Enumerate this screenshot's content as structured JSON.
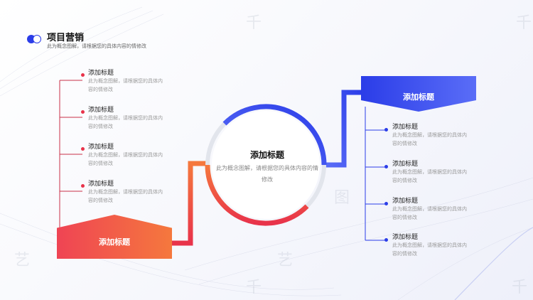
{
  "header": {
    "title": "项目营销",
    "subtitle": "此为概念图解，请根据您的具体内容的情修改"
  },
  "center": {
    "title": "添加标题",
    "desc": "此为概念图解，请根据您的具体内容的情修改"
  },
  "left_box": {
    "label": "添加标题"
  },
  "right_box": {
    "label": "添加标题"
  },
  "left_items": [
    {
      "title": "添加标题",
      "desc": "此为概念图解，请根据您的具体内容的情修改"
    },
    {
      "title": "添加标题",
      "desc": "此为概念图解，请根据您的具体内容的情修改"
    },
    {
      "title": "添加标题",
      "desc": "此为概念图解，请根据您的具体内容的情修改"
    },
    {
      "title": "添加标题",
      "desc": "此为概念图解，请根据您的具体内容的情修改"
    }
  ],
  "right_items": [
    {
      "title": "添加标题",
      "desc": "此为概念图解，请根据您的具体内容的情修改"
    },
    {
      "title": "添加标题",
      "desc": "此为概念图解，请根据您的具体内容的情修改"
    },
    {
      "title": "添加标题",
      "desc": "此为概念图解，请根据您的具体内容的情修改"
    },
    {
      "title": "添加标题",
      "desc": "此为概念图解，请根据您的具体内容的情修改"
    }
  ],
  "colors": {
    "red": "#e8334a",
    "orange": "#f5783d",
    "blue": "#2b3de8",
    "blue_light": "#5a6df7"
  }
}
